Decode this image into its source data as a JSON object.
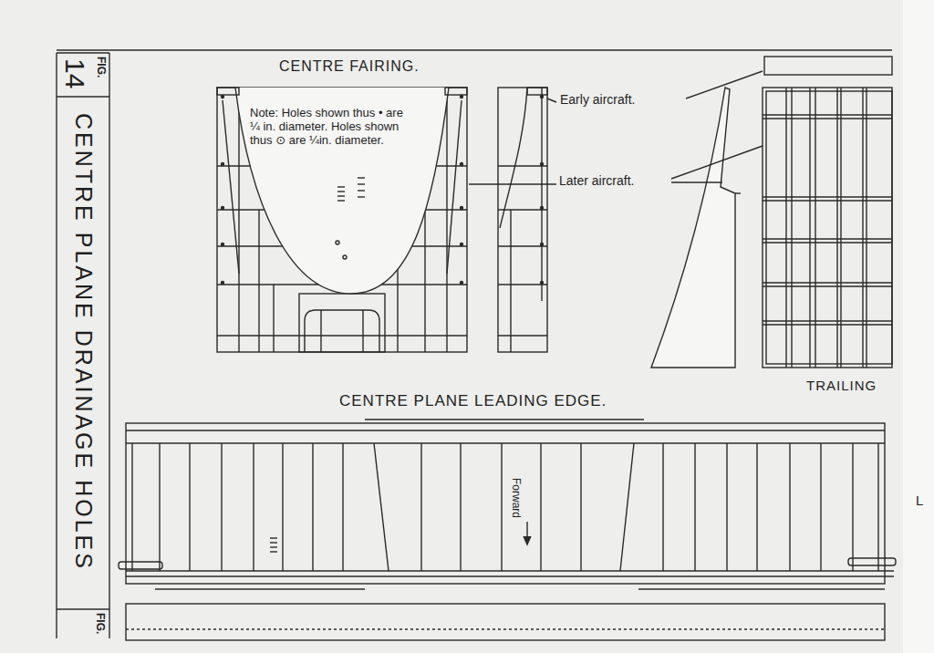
{
  "diagram": {
    "title": "CENTRE PLANE DRAINAGE HOLES",
    "labels": [
      "CENTRE FAIRING.",
      "Note: Holes shown thus • are ¼ in. diameter. Holes shown thus ⊙ are ¼in. diameter.",
      "Early aircraft.",
      "Later aircraft.",
      "TRAILING",
      "CENTRE PLANE LEADING EDGE.",
      "Forward",
      "FIG.",
      "14",
      "L",
      "FIG."
    ]
  }
}
